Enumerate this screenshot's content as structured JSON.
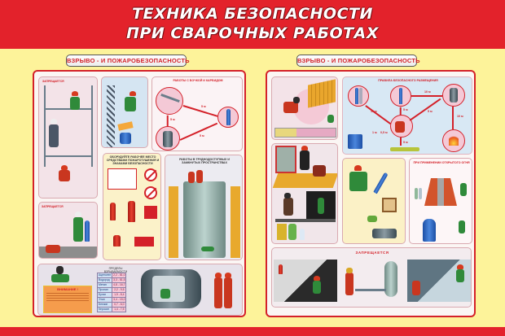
{
  "poster": {
    "title_line1": "ТЕХНИКА БЕЗОПАСНОСТИ",
    "title_line2": "ПРИ СВАРОЧНЫХ РАБОТАХ",
    "colors": {
      "banner": "#e3222b",
      "background": "#fdf39a",
      "frame": "#d42129"
    }
  },
  "left_panel": {
    "label": "ВЗРЫВО - И ПОЖАРОБЕЗОПАСНОСТЬ",
    "scaffold_caption_title": "ЗАПРЕЩАЕТСЯ",
    "carbide_heading": "РАБОТЫ С БОЧКОЙ И КАРБИДОМ",
    "distances": [
      "5 м",
      "5 м",
      "5 м"
    ],
    "equip_heading": "ОБОРУДУЙТЕ РАБОЧЕЕ МЕСТО СРЕДСТВАМИ ПОЖАРОТУШЕНИЯ И ЗНАКАМИ БЕЗОПАСНОСТИ",
    "tank_heading": "РАБОТЫ В ТРУДНОДОСТУПНЫХ И ЗАМКНУТЫХ ПРОСТРАНСТВАХ",
    "manhole_caption_title": "ЗАПРЕЩАЕТСЯ",
    "warning_title": "ВНИМАНИЕ !",
    "gas_table_heading": "ПРЕДЕЛЫ ВЗРЫВАЕМОСТИ",
    "gas_table": [
      {
        "gas": "Ацетилен",
        "range": "2,2 - 81,0"
      },
      {
        "gas": "Водород",
        "range": "3,3 - 81,5"
      },
      {
        "gas": "Метан",
        "range": "4,8 - 16,7"
      },
      {
        "gas": "Пропан",
        "range": "2,2 - 9,5"
      },
      {
        "gas": "Бутан",
        "range": "1,9 - 8,4"
      },
      {
        "gas": "Этан",
        "range": "3,4 - 15,0"
      },
      {
        "gas": "Бензин",
        "range": "0,7 - 6,0"
      },
      {
        "gas": "Керосин",
        "range": "1,4 - 7,5"
      }
    ]
  },
  "right_panel": {
    "label": "ВЗРЫВО - И ПОЖАРОБЕЗОПАСНОСТЬ",
    "layout_heading": "ПРАВИЛА БЕЗОПАСНОГО РАЗМЕЩЕНИЯ",
    "distances": [
      "10 м",
      "5 м",
      "10 м",
      "5 м",
      "10 м",
      "1 м",
      "0,5 м",
      "5 м"
    ],
    "open_fire_heading": "ПРИ ПРИМЕНЕНИИ ОТКРЫТОГО ОГНЯ",
    "forbidden_title": "ЗАПРЕЩАЕТСЯ"
  }
}
